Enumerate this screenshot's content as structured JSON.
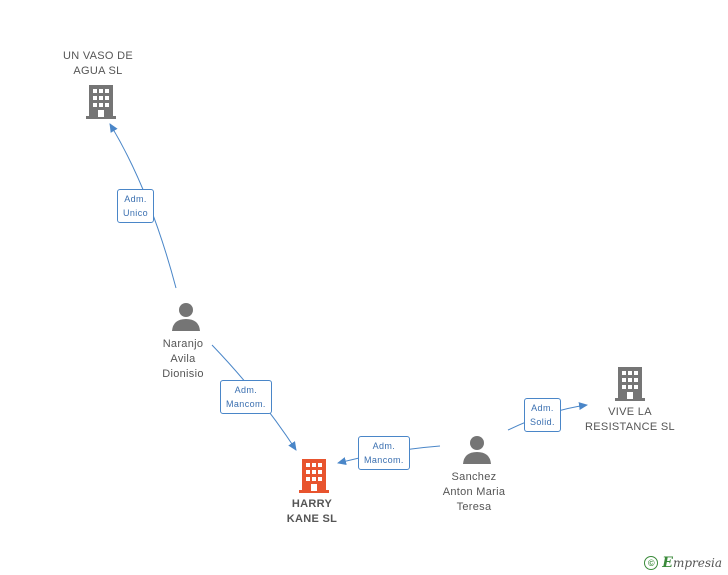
{
  "colors": {
    "edge": "#4a86c8",
    "company": "#757575",
    "main_company": "#e8542e",
    "person": "#757575",
    "brand": "#3a8a3a"
  },
  "nodes": {
    "un_vaso": {
      "lines": [
        "UN VASO DE",
        "AGUA SL"
      ],
      "icon": "building-icon"
    },
    "naranjo": {
      "lines": [
        "Naranjo",
        "Avila",
        "Dionisio"
      ],
      "icon": "person-icon"
    },
    "harry": {
      "lines": [
        "HARRY",
        "KANE SL"
      ],
      "icon": "building-icon"
    },
    "sanchez": {
      "lines": [
        "Sanchez",
        "Anton Maria",
        "Teresa"
      ],
      "icon": "person-icon"
    },
    "vive": {
      "lines": [
        "VIVE LA",
        "RESISTANCE SL"
      ],
      "icon": "building-icon"
    }
  },
  "edges": {
    "e1": [
      "Adm.",
      "Unico"
    ],
    "e2": [
      "Adm.",
      "Mancom."
    ],
    "e3": [
      "Adm.",
      "Mancom."
    ],
    "e4": [
      "Adm.",
      "Solid."
    ]
  },
  "footer": {
    "copyright": "©",
    "brand_initial": "E",
    "brand_rest": "mpresia"
  }
}
